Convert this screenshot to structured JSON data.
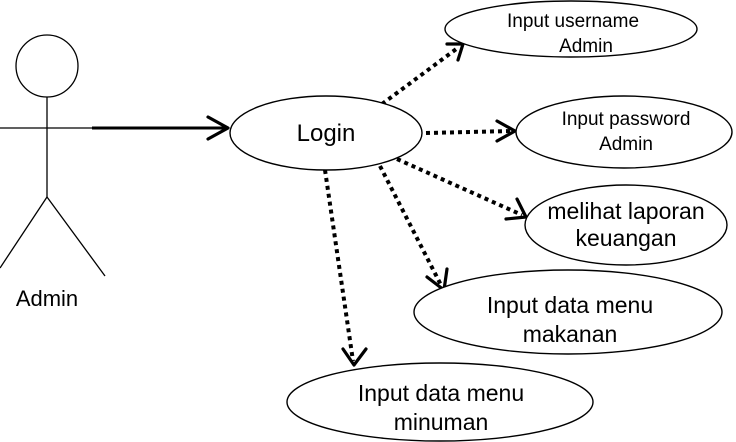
{
  "actor": {
    "name": "Admin"
  },
  "use_cases": {
    "login": {
      "lines": [
        "Login"
      ]
    },
    "username": {
      "lines": [
        "Input username",
        "Admin"
      ]
    },
    "password": {
      "lines": [
        "Input password",
        "Admin"
      ]
    },
    "laporan": {
      "lines": [
        "melihat laporan",
        "keuangan"
      ]
    },
    "makanan": {
      "lines": [
        "Input data menu",
        "makanan"
      ]
    },
    "minuman": {
      "lines": [
        "Input data menu",
        "minuman"
      ]
    }
  },
  "relations": [
    {
      "from": "actor",
      "to": "login",
      "style": "solid"
    },
    {
      "from": "login",
      "to": "username",
      "style": "dotted"
    },
    {
      "from": "login",
      "to": "password",
      "style": "dotted"
    },
    {
      "from": "login",
      "to": "laporan",
      "style": "dotted"
    },
    {
      "from": "login",
      "to": "makanan",
      "style": "dotted"
    },
    {
      "from": "login",
      "to": "minuman",
      "style": "dotted"
    }
  ],
  "colors": {
    "stroke": "#000000",
    "fill": "#ffffff",
    "background": "#ffffff"
  }
}
